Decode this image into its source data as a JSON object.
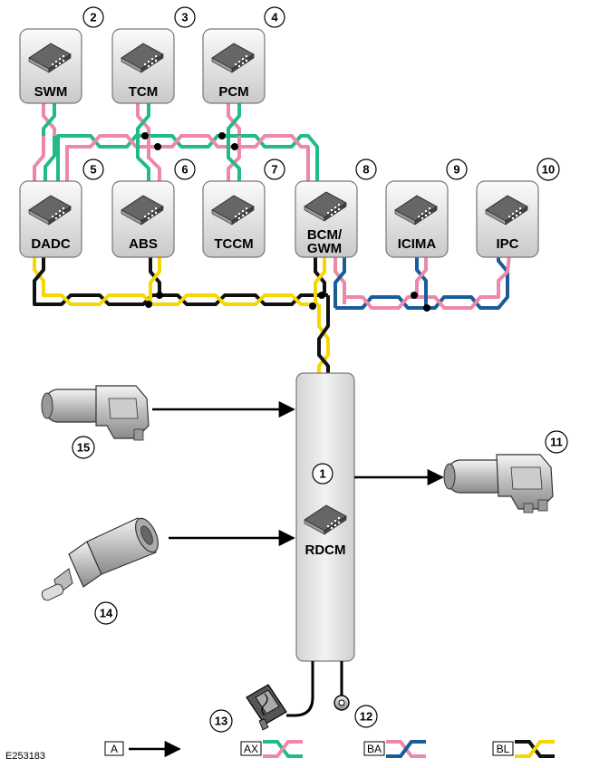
{
  "modules": {
    "swm": "SWM",
    "tcm": "TCM",
    "pcm": "PCM",
    "dadc": "DADC",
    "abs": "ABS",
    "tccm": "TCCM",
    "bcm_line1": "BCM/",
    "bcm_line2": "GWM",
    "icima": "ICIMA",
    "ipc": "IPC",
    "rdcm": "RDCM"
  },
  "callouts": {
    "c1": "1",
    "c2": "2",
    "c3": "3",
    "c4": "4",
    "c5": "5",
    "c6": "6",
    "c7": "7",
    "c8": "8",
    "c9": "9",
    "c10": "10",
    "c11": "11",
    "c12": "12",
    "c13": "13",
    "c14": "14",
    "c15": "15"
  },
  "legend": {
    "a": "A",
    "ax": "AX",
    "ba": "BA",
    "bl": "BL"
  },
  "reference": "E253183",
  "colors": {
    "pink": "#ee88aa",
    "green": "#22bb88",
    "yellow": "#f5d800",
    "black": "#111111",
    "blue": "#1a5c9a"
  }
}
